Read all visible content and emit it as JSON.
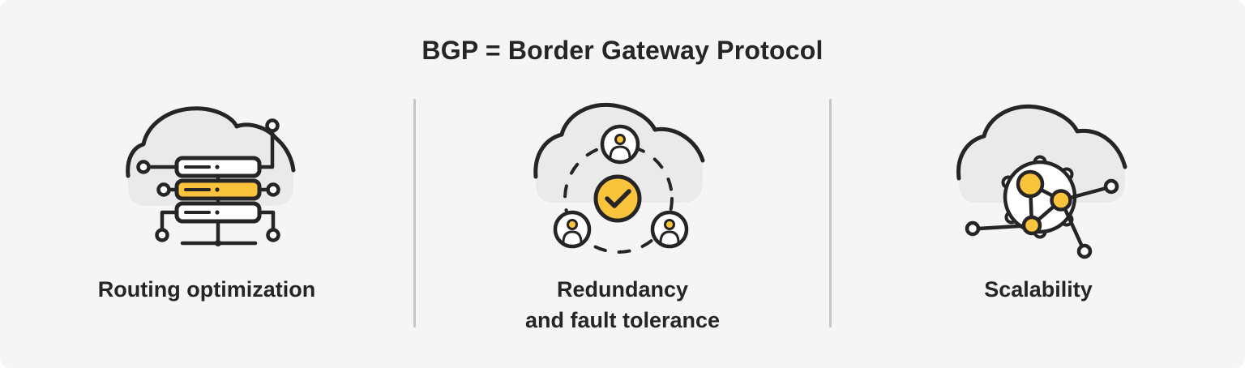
{
  "title": "BGP = Border Gateway Protocol",
  "features": [
    {
      "label": "Routing optimization",
      "icon": "cloud-server-stack-icon"
    },
    {
      "label": "Redundancy\nand fault tolerance",
      "icon": "cloud-users-check-icon"
    },
    {
      "label": "Scalability",
      "icon": "cloud-network-globe-icon"
    }
  ],
  "colors": {
    "page": "#FFFFFF",
    "background": "#F5F5F6",
    "ink": "#272425",
    "accent_yellow": "#F9C33C",
    "cloud_fill": "#EAEAEB",
    "divider": "#C7C7C7",
    "white": "#FFFFFF"
  }
}
